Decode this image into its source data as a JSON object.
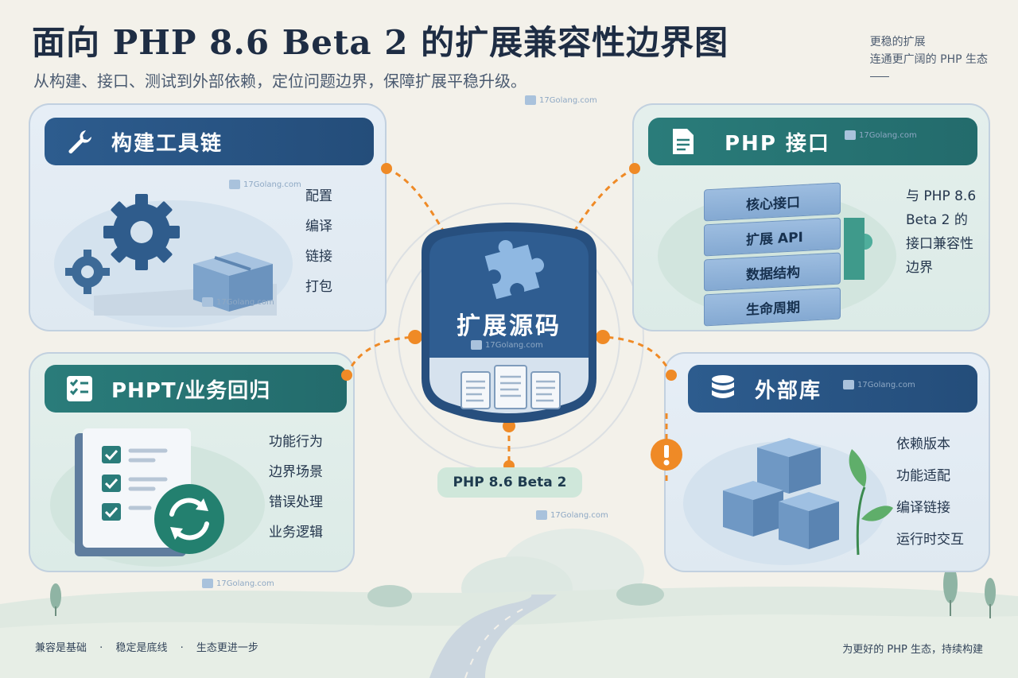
{
  "header": {
    "title": "面向 PHP 8.6 Beta 2 的扩展兼容性边界图",
    "subtitle": "从构建、接口、测试到外部依赖，定位问题边界，保障扩展平稳升级。",
    "tagline_line1": "更稳的扩展",
    "tagline_line2": "连通更广阔的 PHP 生态"
  },
  "panels": {
    "build": {
      "title": "构建工具链",
      "items": [
        "配置",
        "编译",
        "链接",
        "打包"
      ]
    },
    "interface": {
      "title": "PHP 接口",
      "layers": [
        "核心接口",
        "扩展 API",
        "数据结构",
        "生命周期"
      ],
      "note": [
        "与 PHP 8.6",
        "Beta 2 的",
        "接口兼容性",
        "边界"
      ]
    },
    "tests": {
      "title": "PHPT/业务回归",
      "items": [
        "功能行为",
        "边界场景",
        "错误处理",
        "业务逻辑"
      ]
    },
    "external": {
      "title": "外部库",
      "items": [
        "依赖版本",
        "功能适配",
        "编译链接",
        "运行时交互"
      ]
    }
  },
  "center": {
    "label": "扩展源码",
    "version": "PHP 8.6 Beta 2"
  },
  "watermark": "17Golang.com",
  "footer": {
    "left": [
      "兼容是基础",
      "稳定是底线",
      "生态更进一步"
    ],
    "separator": "·",
    "right": "为更好的 PHP 生态，持续构建"
  },
  "colors": {
    "navy": "#2d5c8e",
    "teal": "#2a7c7a",
    "orange": "#ef8a26",
    "title": "#1e2d44"
  },
  "icons": {
    "build": "wrench-icon",
    "interface": "document-icon",
    "tests": "checklist-icon",
    "external": "database-icon",
    "center": "puzzle-icon",
    "warning": "warning-icon"
  }
}
